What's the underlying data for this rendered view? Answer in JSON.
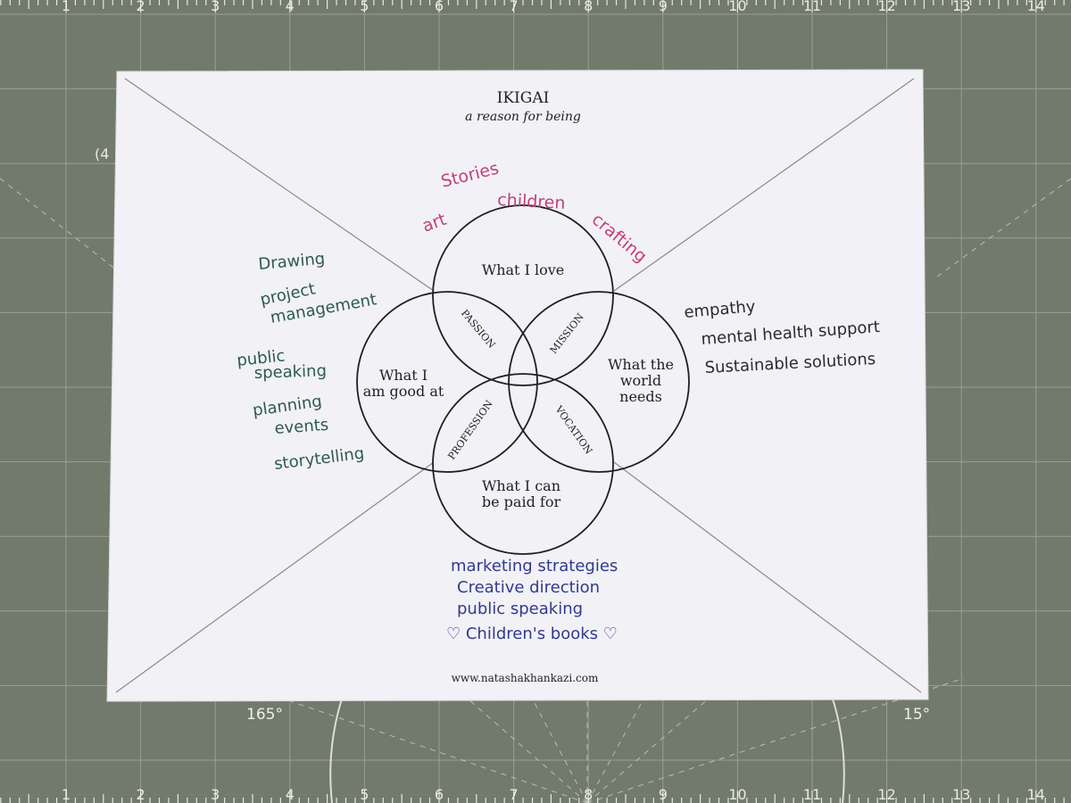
{
  "ruler_top": [
    "1",
    "2",
    "3",
    "4",
    "5",
    "6",
    "7",
    "8",
    "9",
    "10",
    "11",
    "12",
    "13",
    "14"
  ],
  "ruler_bottom": [
    "1",
    "2",
    "3",
    "4",
    "5",
    "6",
    "7",
    "8",
    "9",
    "10",
    "11",
    "12",
    "13",
    "14"
  ],
  "side_fragment": "(4",
  "angle_left": "165°",
  "angle_right": "15°",
  "title": "IKIGAI",
  "subtitle": "a reason for being",
  "circles": {
    "love": "What I love",
    "good_at": [
      "What I",
      "am good at"
    ],
    "world_needs": [
      "What the",
      "world",
      "needs"
    ],
    "paid_for": [
      "What I can",
      "be paid for"
    ]
  },
  "overlaps": {
    "passion": "PASSION",
    "mission": "MISSION",
    "profession": "PROFESSION",
    "vocation": "VOCATION"
  },
  "love_notes": {
    "stories": "Stories",
    "art": "art",
    "children": "children",
    "crafting": "crafting"
  },
  "good_at_notes": {
    "drawing": "Drawing",
    "project": "project",
    "management": "management",
    "public": "public",
    "speaking": "speaking",
    "planning": "planning",
    "events": "events",
    "storytelling": "storytelling"
  },
  "world_notes": {
    "empathy": "empathy",
    "mental": "mental health support",
    "sustainable": "Sustainable solutions"
  },
  "paid_notes": {
    "marketing": "marketing strategies",
    "creative": "Creative direction",
    "public_speaking": "public speaking",
    "books": "♡ Children's books ♡"
  },
  "footer": "www.natashakhankazi.com",
  "colors": {
    "mat": "#727a6c",
    "paper": "#f1f1f6",
    "love_ink": "#c2407a",
    "good_ink": "#2f5a48",
    "world_ink": "#2b2b2b",
    "paid_ink": "#333a8c"
  }
}
